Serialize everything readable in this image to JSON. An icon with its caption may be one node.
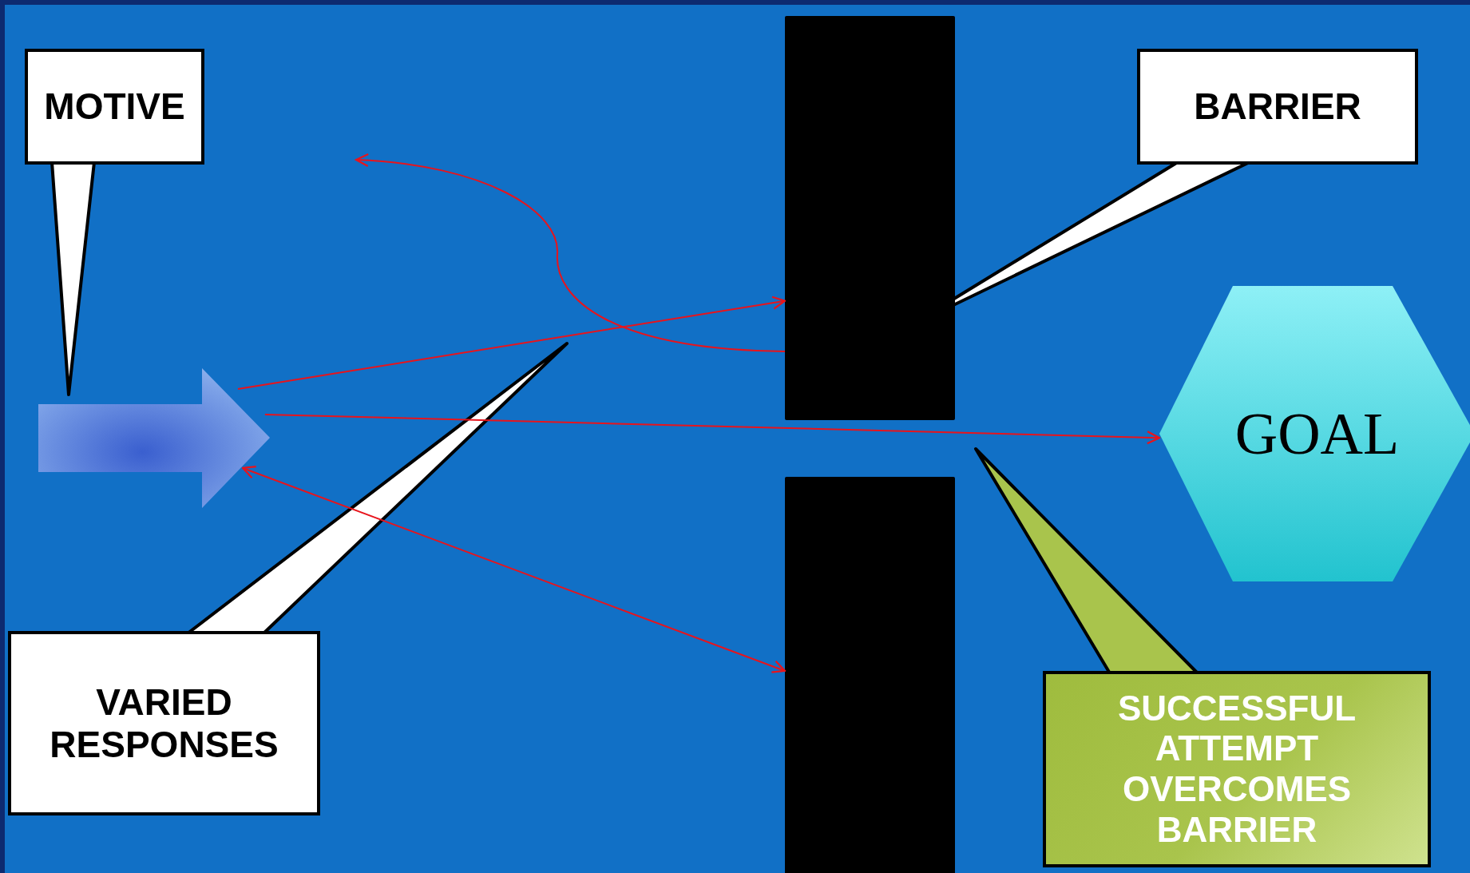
{
  "diagram": {
    "nodes": [
      {
        "text": [
          "MOTIVE"
        ]
      },
      {
        "text": [
          "BARRIER"
        ]
      },
      {
        "text": [],
        "shape": "arrow"
      },
      {
        "text": [],
        "shape": "bar"
      },
      {
        "text": [],
        "shape": "bar"
      },
      {
        "text": [
          "GOAL"
        ]
      },
      {
        "text": [
          "VARIED RESPONSES"
        ]
      },
      {
        "text": [
          "SUCCESSFUL ATTEMPT OVERCOMES BARRIER"
        ]
      }
    ],
    "edges": [
      {
        "from": 2,
        "to": 3,
        "arrow": "to"
      },
      {
        "from": 2,
        "to": 5,
        "arrow": "to"
      },
      {
        "from": 2,
        "to": 4,
        "arrow": "both"
      },
      {
        "from": 3,
        "to": null,
        "arrow": "to"
      }
    ]
  }
}
